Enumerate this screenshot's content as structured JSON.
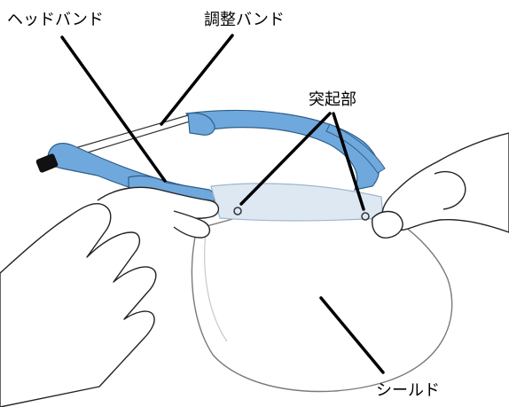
{
  "labels": {
    "headband": "ヘッドバンド",
    "adjust_band": "調整バンド",
    "protrusion": "突起部",
    "shield": "シールド"
  },
  "colors": {
    "band_blue": "#6fa8dc",
    "band_outline": "#2f5f8a",
    "shield_tint": "#dde8f3",
    "line": "#000000",
    "background": "#ffffff"
  }
}
